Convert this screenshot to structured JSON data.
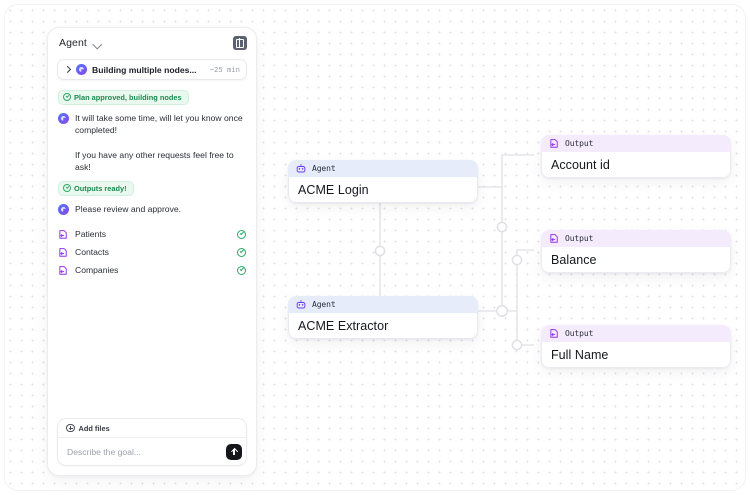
{
  "app": {
    "background_dot_color": "#e2e0e6"
  },
  "sidebar": {
    "header": {
      "title": "Agent",
      "dropdown_icon": "chevron-down-icon",
      "panel_toggle_icon": "panel-layout-icon"
    },
    "task": {
      "expand_icon": "chevron-right-icon",
      "avatar_icon": "agent-avatar-icon",
      "label": "Building multiple nodes...",
      "duration": "~25 min"
    },
    "messages": [
      {
        "type": "status-pill",
        "icon": "check-circle-icon",
        "text": "Plan approved, building nodes"
      },
      {
        "type": "agent-message",
        "avatar_icon": "agent-avatar-icon",
        "paragraphs": [
          "It will take some time, will let you know once completed!",
          "If you have any other requests feel free to ask!"
        ]
      },
      {
        "type": "status-pill",
        "icon": "check-circle-icon",
        "text": "Outputs ready!"
      },
      {
        "type": "agent-message",
        "avatar_icon": "agent-avatar-icon",
        "paragraphs": [
          "Please review and approve."
        ]
      }
    ],
    "outputs": [
      {
        "icon": "output-doc-icon",
        "name": "Patients",
        "status_icon": "check-circle-icon"
      },
      {
        "icon": "output-doc-icon",
        "name": "Contacts",
        "status_icon": "check-circle-icon"
      },
      {
        "icon": "output-doc-icon",
        "name": "Companies",
        "status_icon": "check-circle-icon"
      }
    ],
    "composer": {
      "add_files_label": "Add files",
      "add_files_icon": "plus-circle-icon",
      "input_value": "",
      "input_placeholder": "Describe the goal...",
      "send_icon": "arrow-up-icon"
    }
  },
  "canvas": {
    "nodes": [
      {
        "kind": "agent",
        "type_label": "Agent",
        "icon": "robot-icon",
        "title": "ACME Login"
      },
      {
        "kind": "agent",
        "type_label": "Agent",
        "icon": "robot-icon",
        "title": "ACME Extractor"
      },
      {
        "kind": "output",
        "type_label": "Output",
        "icon": "output-doc-icon",
        "title": "Account id"
      },
      {
        "kind": "output",
        "type_label": "Output",
        "icon": "output-doc-icon",
        "title": "Balance"
      },
      {
        "kind": "output",
        "type_label": "Output",
        "icon": "output-doc-icon",
        "title": "Full Name"
      }
    ],
    "colors": {
      "agent_header": "#e7ecfb",
      "output_header": "#f4ecfd",
      "edge": "#e6e5ea",
      "accent_purple": "#8b3dfa"
    }
  }
}
